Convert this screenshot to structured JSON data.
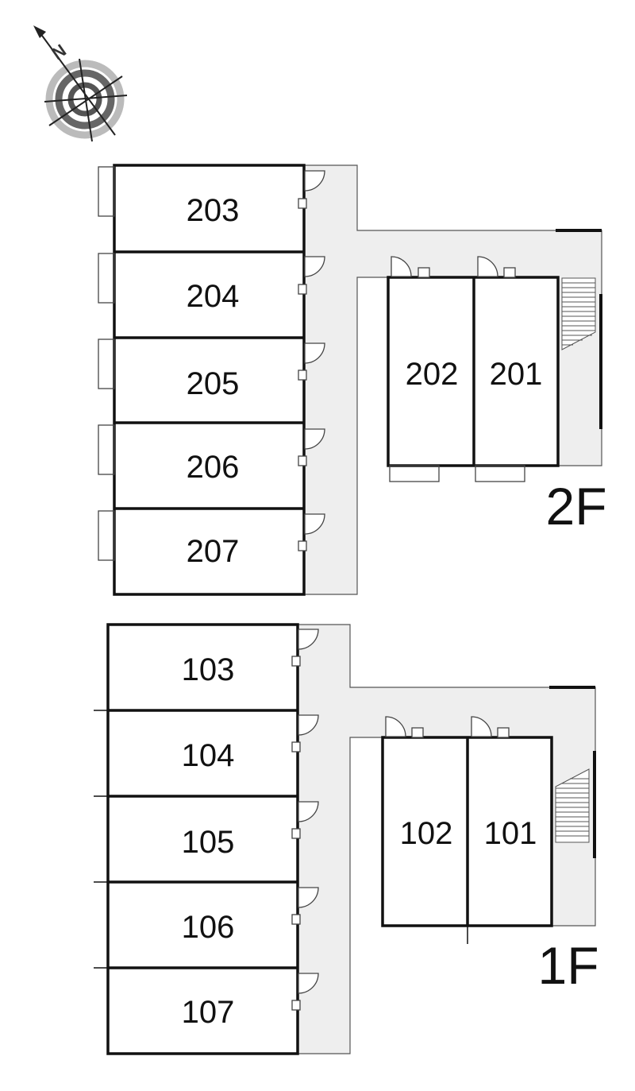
{
  "compass": {
    "letter": "N"
  },
  "floors": [
    {
      "label": "2F",
      "rooms": [
        "203",
        "204",
        "205",
        "206",
        "207",
        "202",
        "201"
      ]
    },
    {
      "label": "1F",
      "rooms": [
        "103",
        "104",
        "105",
        "106",
        "107",
        "102",
        "101"
      ]
    }
  ],
  "colors": {
    "wall": "#111111",
    "corridor": "#eeeeee",
    "compass_dark": "#555555",
    "compass_light": "#bbbbbb"
  }
}
